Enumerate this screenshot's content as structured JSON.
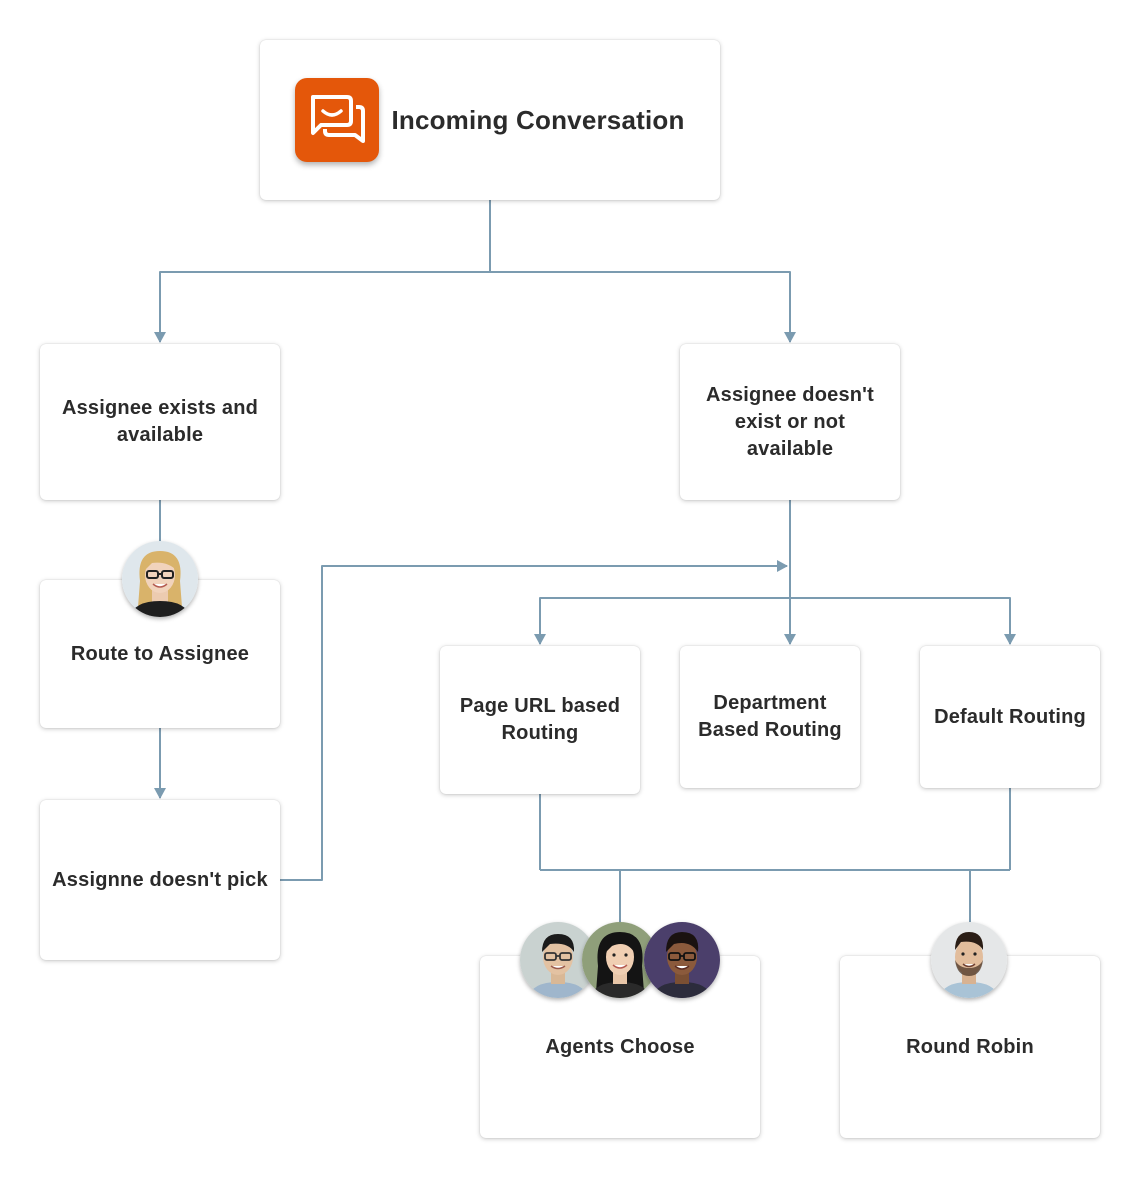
{
  "nodes": {
    "incoming": "Incoming Conversation",
    "assignee_exists": "Assignee exists and available",
    "assignee_not_exist": "Assignee doesn't exist or not available",
    "route_to_assignee": "Route to Assignee",
    "assignee_doesnt_pick": "Assignne doesn't pick",
    "page_url_routing": "Page URL based Routing",
    "department_routing": "Department Based Routing",
    "default_routing": "Default Routing",
    "agents_choose": "Agents Choose",
    "round_robin": "Round Robin"
  },
  "colors": {
    "connector": "#7b9bb0",
    "app_icon": "#e4570a"
  },
  "icons": {
    "app": "chat-bubbles-icon",
    "avatars": [
      "female-agent-glasses",
      "male-agent-glasses",
      "female-agent",
      "female-agent-glasses-2",
      "male-agent-beard"
    ]
  }
}
